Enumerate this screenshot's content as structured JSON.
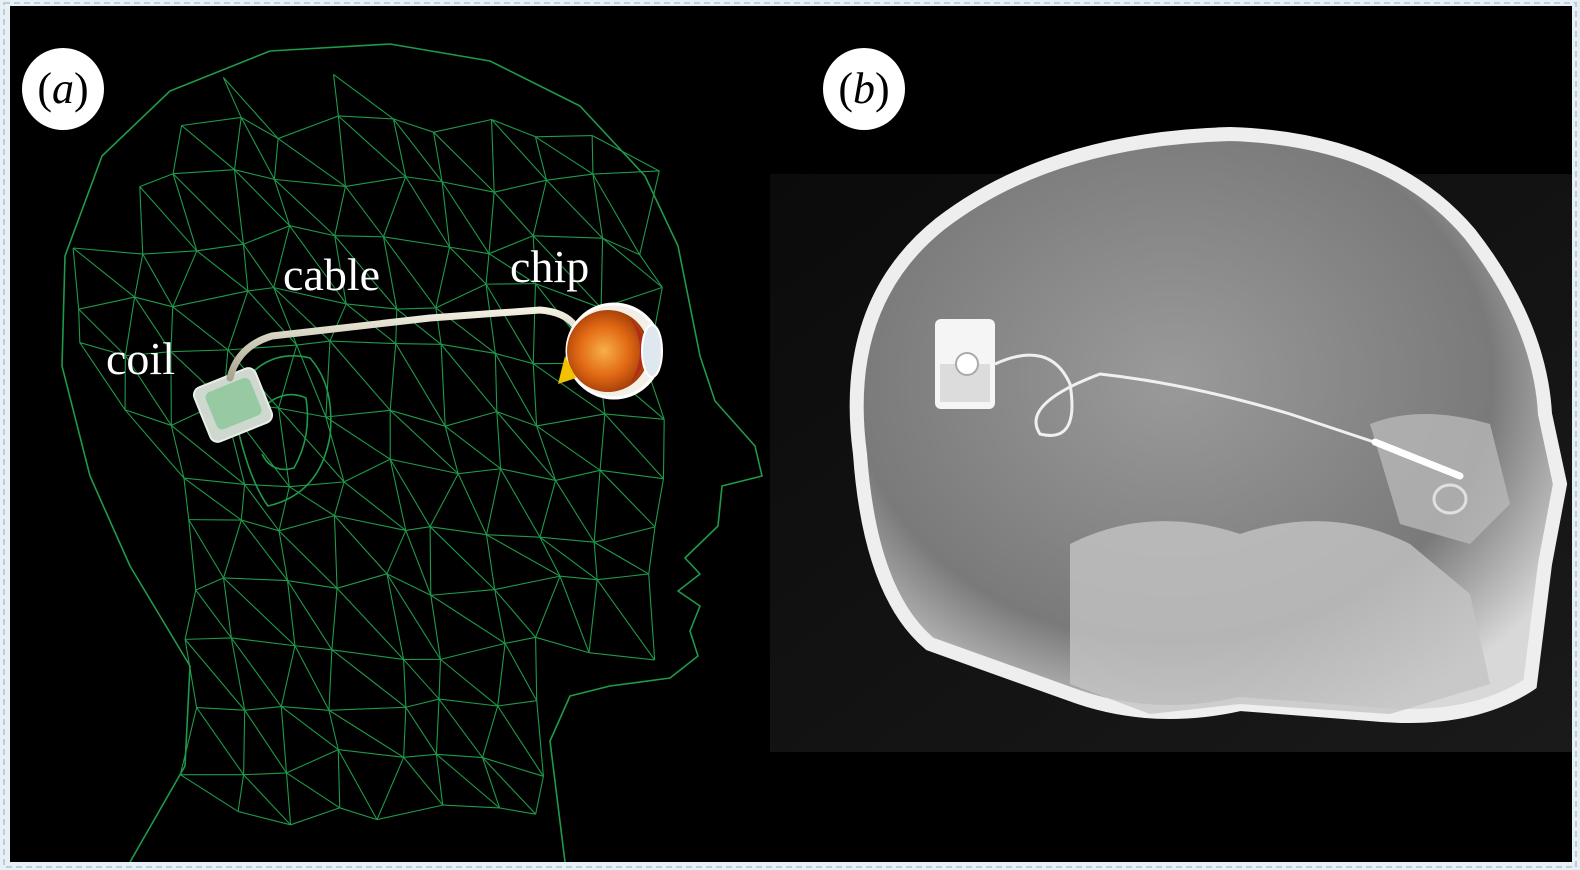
{
  "figure": {
    "panels": [
      {
        "id": "a",
        "label": "a",
        "annotations": {
          "coil": "coil",
          "cable": "cable",
          "chip": "chip"
        }
      },
      {
        "id": "b",
        "label": "b"
      }
    ]
  },
  "icons": {
    "head": "wireframe-head-icon",
    "eye": "eyeball-icon",
    "coil": "coil-implant-icon",
    "skull": "skull-xray-icon"
  },
  "colors": {
    "background": "#000000",
    "wireframe": "#1f9a4a",
    "eye": "#e8741a",
    "label_bg": "#ffffff",
    "xray_light": "#e6e6e6",
    "xray_dark": "#6e6e6e"
  }
}
